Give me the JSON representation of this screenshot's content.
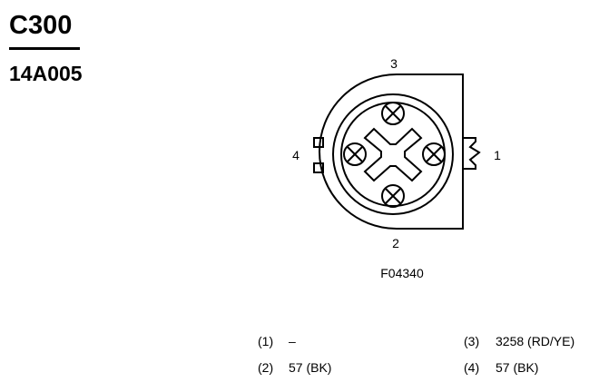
{
  "connector": {
    "title": "C300",
    "part_number": "14A005",
    "figure_code": "F04340"
  },
  "pin_labels": {
    "pin1": "1",
    "pin2": "2",
    "pin3": "3",
    "pin4": "4"
  },
  "pin_table": [
    {
      "num": "(1)",
      "circuit": "–"
    },
    {
      "num": "(2)",
      "circuit": "57 (BK)"
    },
    {
      "num": "(3)",
      "circuit": "3258 (RD/YE)"
    },
    {
      "num": "(4)",
      "circuit": "57 (BK)"
    }
  ]
}
